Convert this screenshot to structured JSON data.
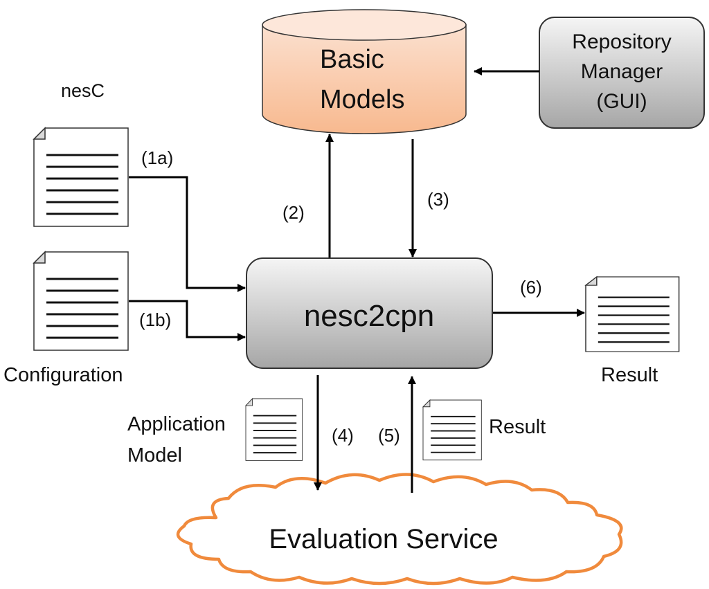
{
  "colors": {
    "db_fill_top": "#fbe0cf",
    "db_fill_bottom": "#f8b98f",
    "db_stroke": "#333333",
    "box_fill_top": "#f5f5f5",
    "box_fill_bottom": "#a6a6a6",
    "cloud_stroke": "#f08a3c",
    "line": "#000000"
  },
  "icons": {
    "database": "cylinder-database-icon",
    "document": "document-lines-icon",
    "cloud": "cloud-icon"
  },
  "nodes": {
    "basic_models": {
      "line1": "Basic",
      "line2": "Models"
    },
    "repository_manager": {
      "line1": "Repository",
      "line2": "Manager",
      "line3": "(GUI)"
    },
    "nesc2cpn": {
      "label": "nesc2cpn"
    },
    "evaluation_service": {
      "label": "Evaluation Service"
    }
  },
  "documents": {
    "nesc": {
      "label": "nesC"
    },
    "configuration": {
      "label": "Configuration"
    },
    "result_right": {
      "label": "Result"
    },
    "application_model": {
      "line1": "Application",
      "line2": "Model"
    },
    "result_bottom": {
      "label": "Result"
    }
  },
  "edges": {
    "e1a": "(1a)",
    "e1b": "(1b)",
    "e2": "(2)",
    "e3": "(3)",
    "e4": "(4)",
    "e5": "(5)",
    "e6": "(6)"
  }
}
